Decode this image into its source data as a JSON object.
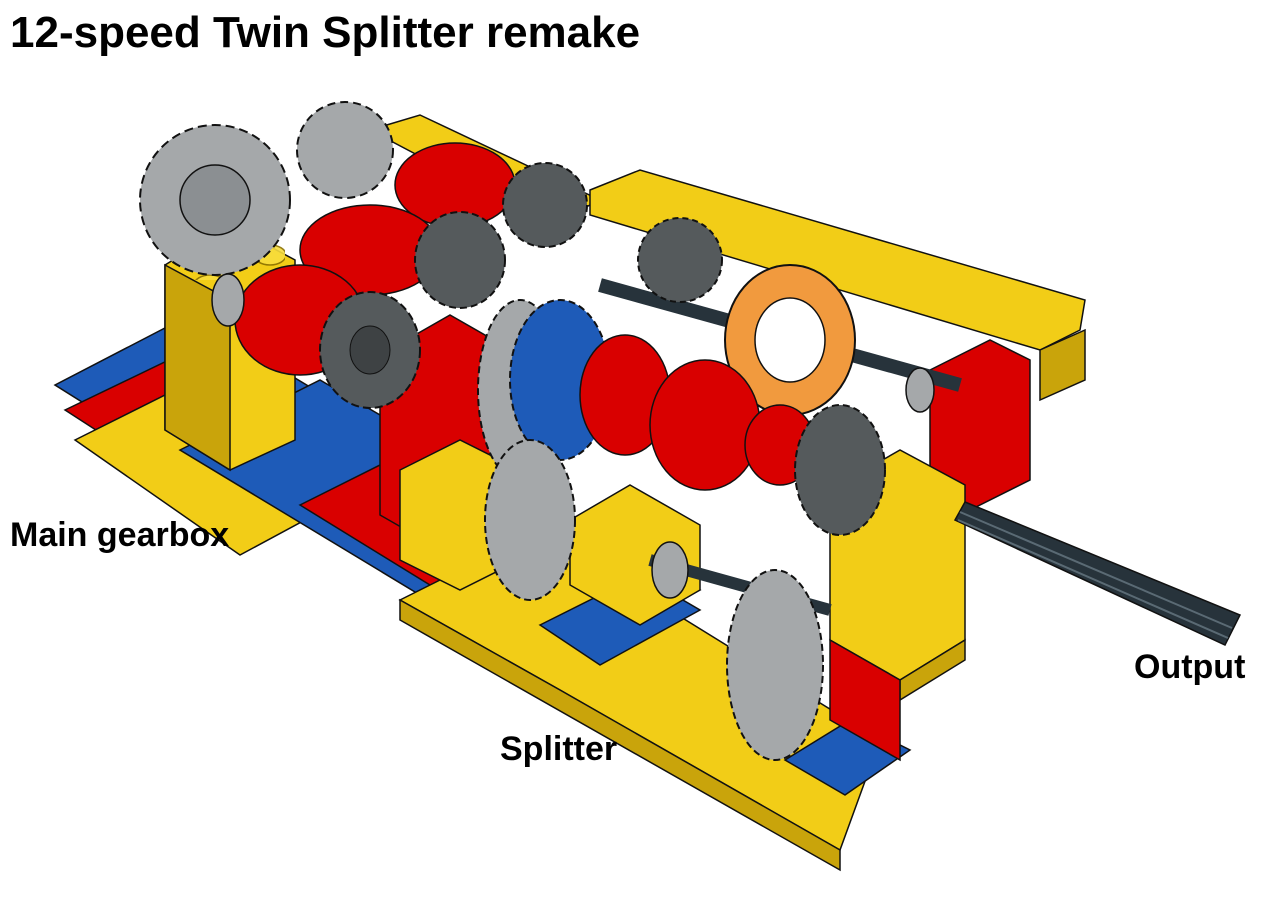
{
  "title": "12-speed Twin Splitter remake",
  "labels": {
    "main_gearbox": "Main gearbox",
    "splitter": "Splitter",
    "output": "Output"
  },
  "colors": {
    "yellow": "#f2cd17",
    "yellow_dark": "#c9a40b",
    "red": "#d90000",
    "red_dark": "#9e0000",
    "blue": "#1e5bb8",
    "blue_dark": "#123f85",
    "light_gray": "#a5a8aa",
    "dark_gray": "#555a5c",
    "axle": "#27333b",
    "orange": "#f19a3e",
    "outline": "#111111"
  }
}
